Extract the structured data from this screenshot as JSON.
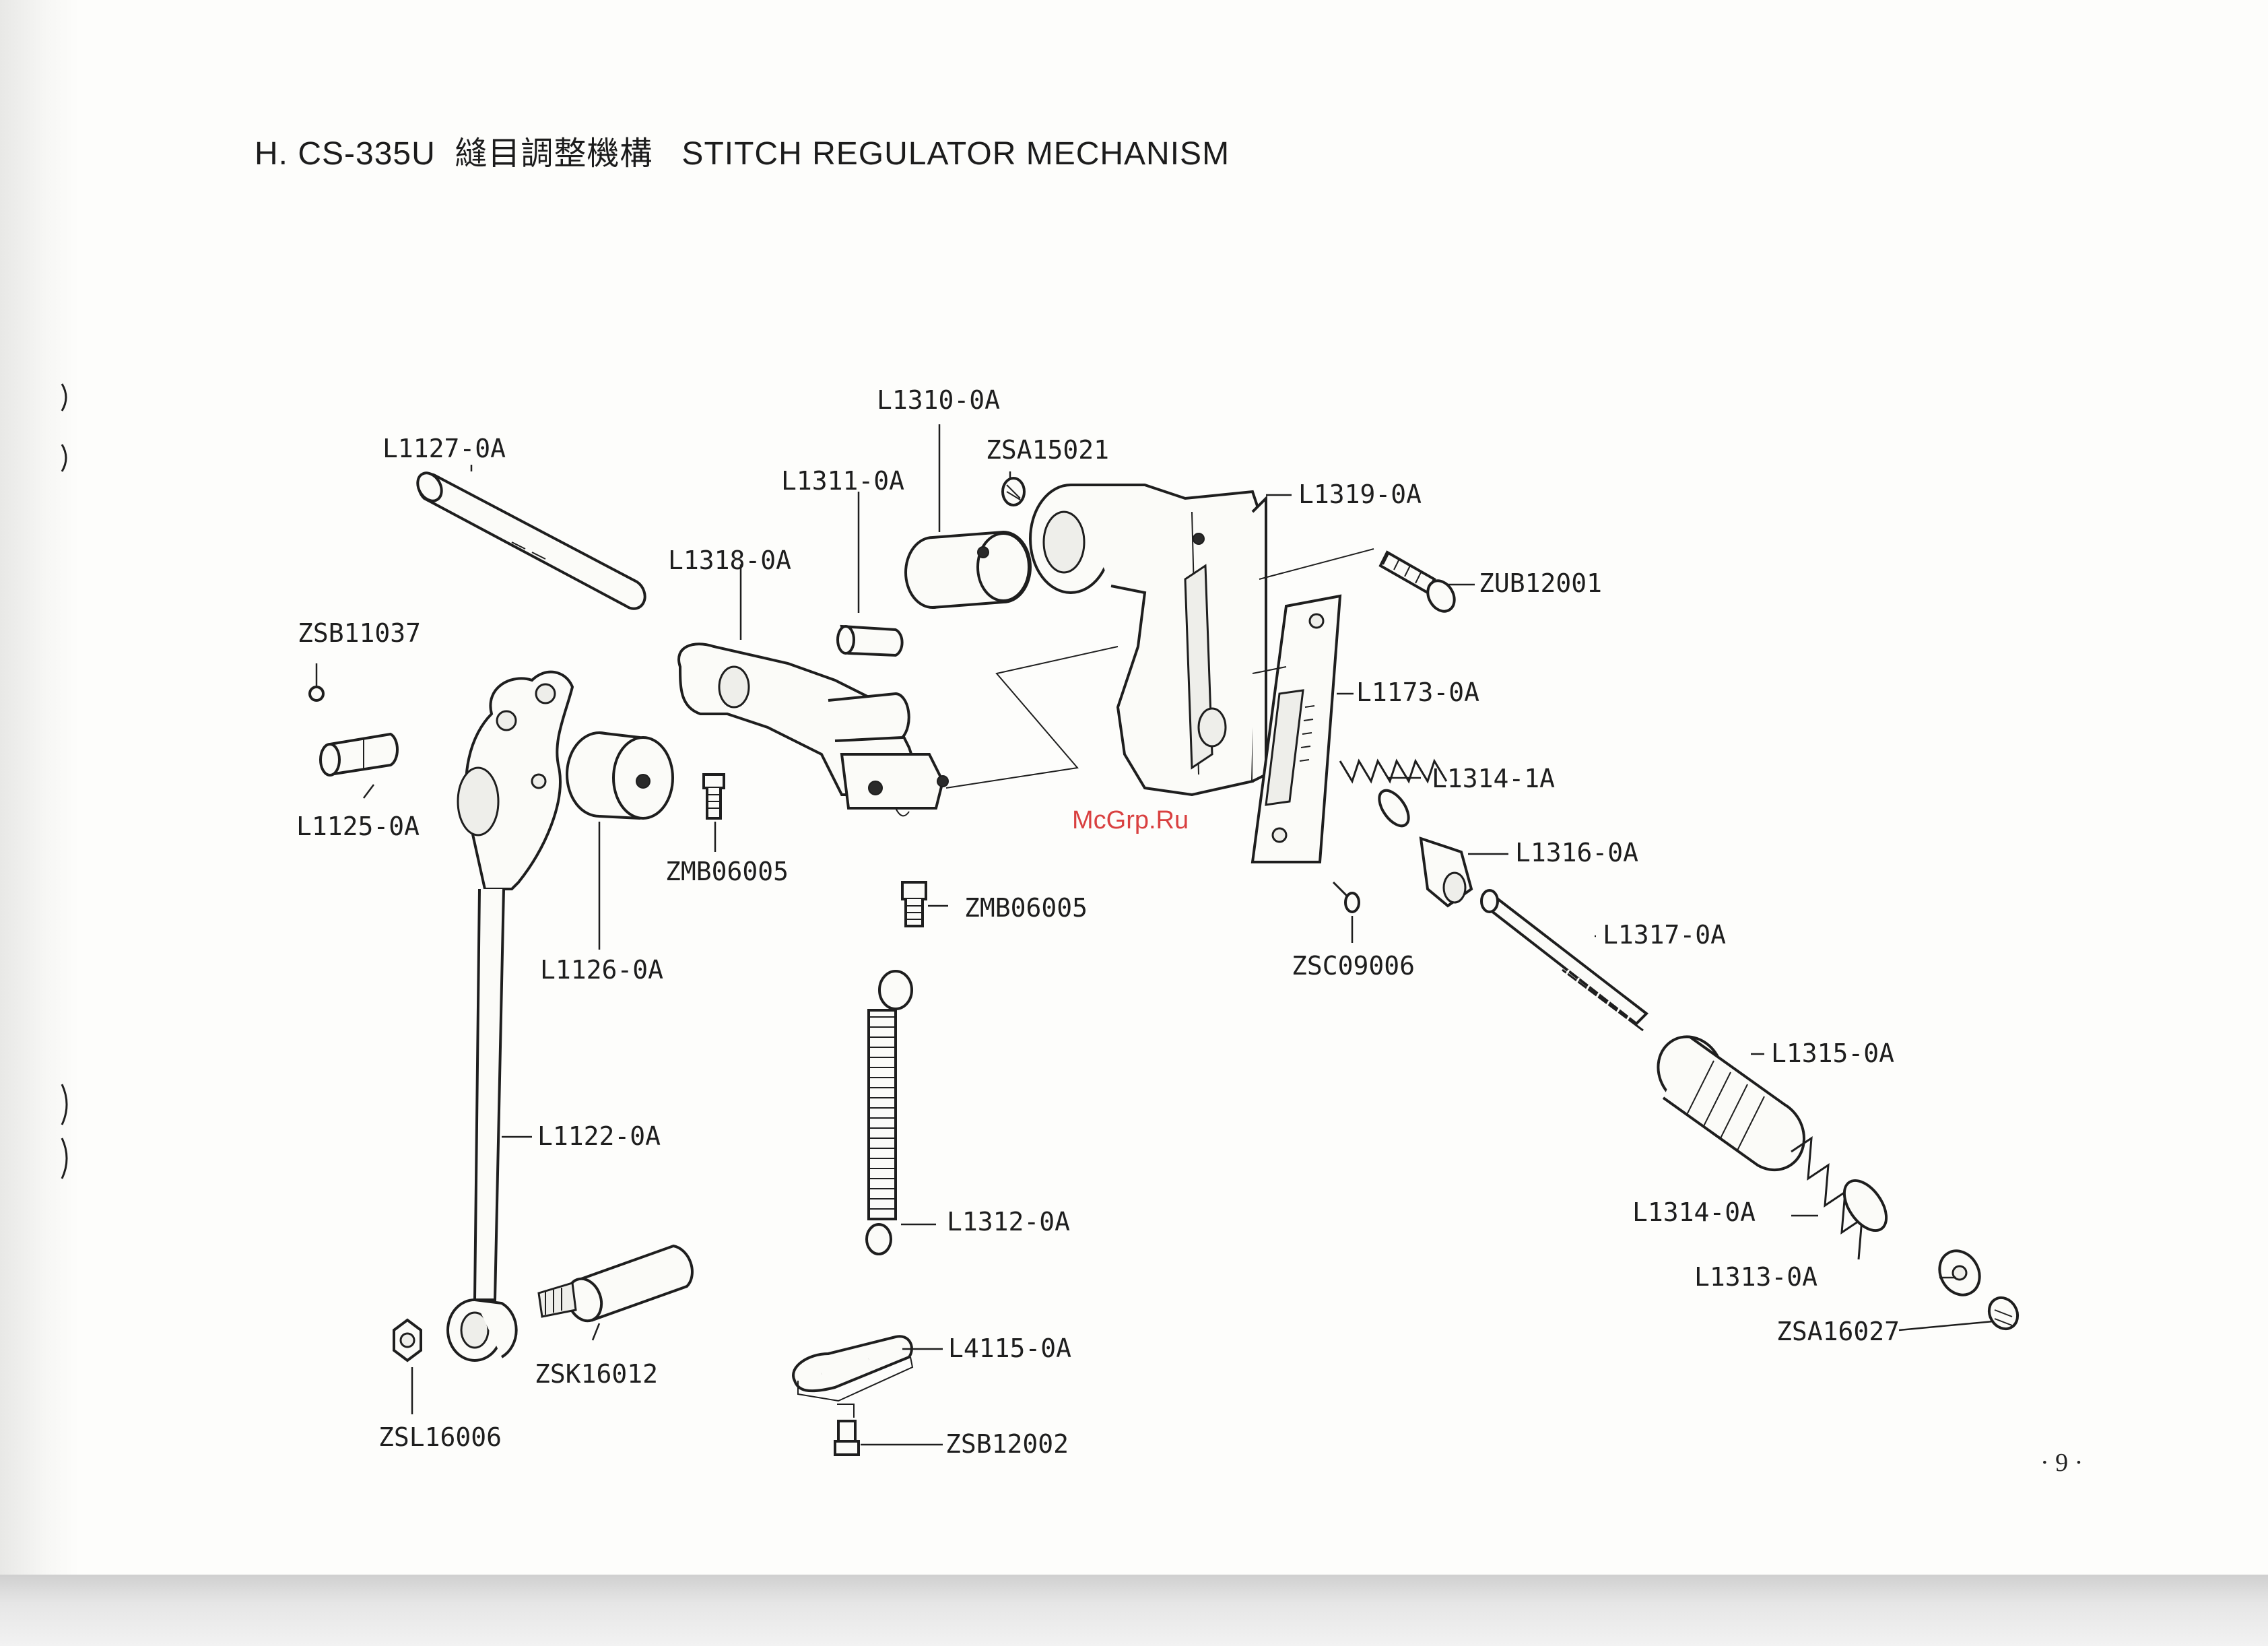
{
  "title": "H. CS-335U  縫目調整機構   STITCH REGULATOR MECHANISM",
  "watermark": "McGrp.Ru",
  "page_number": "· 9 ·",
  "parts": [
    {
      "code": "L1127-0A"
    },
    {
      "code": "ZSB11037"
    },
    {
      "code": "L1125-0A"
    },
    {
      "code": "L1126-0A"
    },
    {
      "code": "L1122-0A"
    },
    {
      "code": "ZSL16006"
    },
    {
      "code": "ZSK16012"
    },
    {
      "code": "L1318-0A"
    },
    {
      "code": "ZMB06005"
    },
    {
      "code": "L1311-0A"
    },
    {
      "code": "L1310-0A"
    },
    {
      "code": "ZSA15021"
    },
    {
      "code": "L1319-0A"
    },
    {
      "code": "ZUB12001"
    },
    {
      "code": "L1173-0A"
    },
    {
      "code": "L1314-1A"
    },
    {
      "code": "L1316-0A"
    },
    {
      "code": "ZSC09006"
    },
    {
      "code": "L1317-0A"
    },
    {
      "code": "ZMB06005"
    },
    {
      "code": "L1312-0A"
    },
    {
      "code": "L4115-0A"
    },
    {
      "code": "ZSB12002"
    },
    {
      "code": "L1315-0A"
    },
    {
      "code": "L1314-0A"
    },
    {
      "code": "L1313-0A"
    },
    {
      "code": "ZSA16027"
    }
  ]
}
